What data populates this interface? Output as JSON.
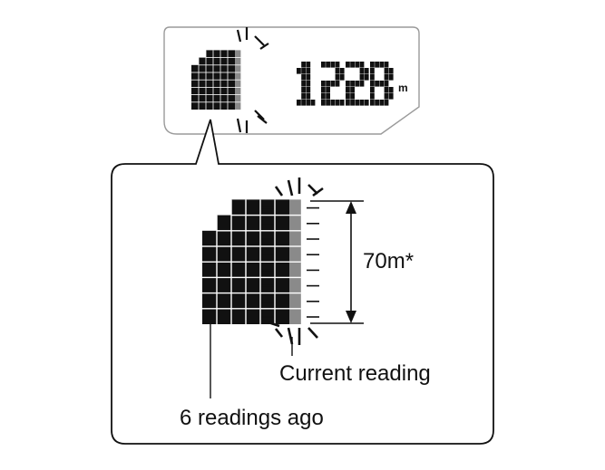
{
  "lcd": {
    "altitude_value": "1228",
    "altitude_unit": "m"
  },
  "detail": {
    "range_label": "70m*",
    "current_label": "Current reading",
    "oldest_label": "6 readings ago"
  },
  "graph": {
    "history_heights_rows": [
      6,
      7,
      8,
      8,
      8,
      8
    ],
    "total_rows": 8,
    "current_style": "gray-blinking"
  },
  "colors": {
    "ink": "#111111",
    "current": "#8a8a8a",
    "panel_border": "#9a9a9a"
  }
}
